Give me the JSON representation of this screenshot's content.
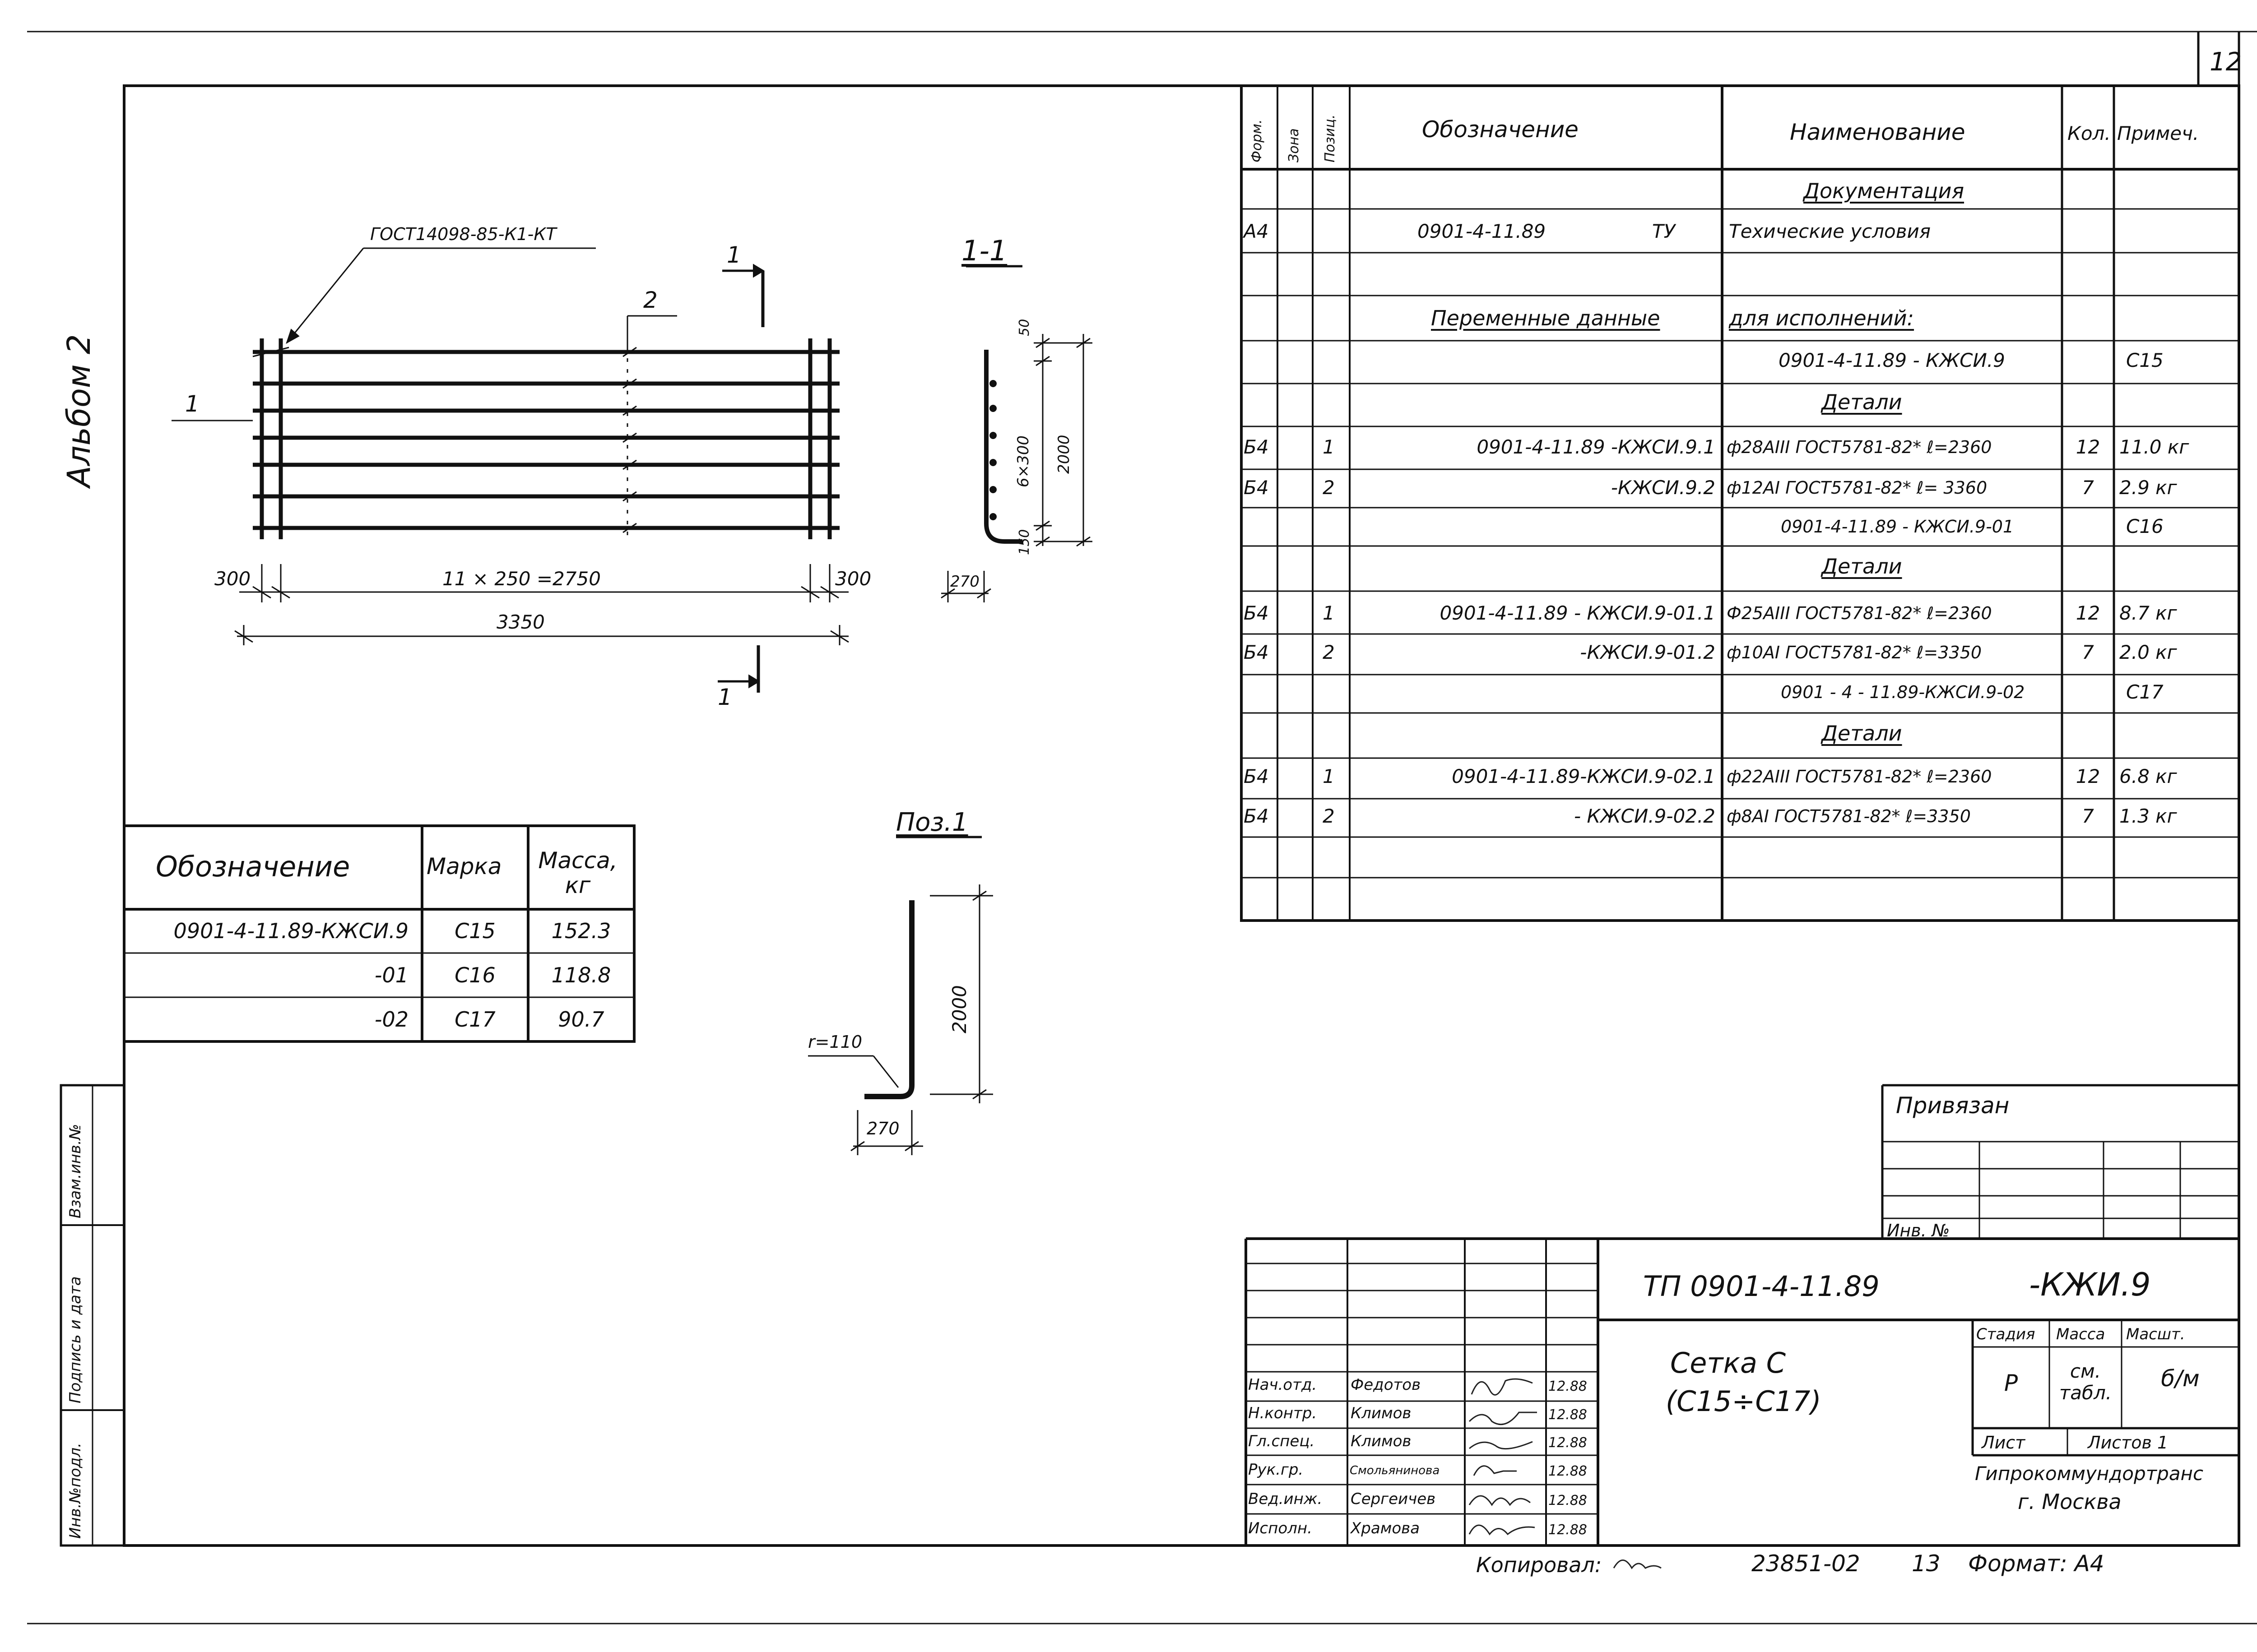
{
  "sheet": {
    "sheet_number": "12",
    "album": "Альбом 2",
    "side_stamp": [
      "Взам.инв.№",
      "Подпись и дата",
      "Инв.№подл."
    ]
  },
  "drawing": {
    "gost_leader": "ГОСТ14098-85-К1-КТ",
    "section_mark": "1",
    "callout_2": "2",
    "dim_spacing": "11 × 250 =2750",
    "dim_left": "300",
    "dim_right": "300",
    "dim_total": "3350",
    "section_title": "1-1",
    "section_dims": {
      "top": "50",
      "mid": "6×300",
      "bottom": "150",
      "height": "2000",
      "width": "270"
    },
    "pos_title": "Поз.1",
    "pos_dims": {
      "height": "2000",
      "radius": "r=110",
      "width": "270"
    }
  },
  "mass_table": {
    "headers": [
      "Обозначение",
      "Марка",
      "Масса, кг"
    ],
    "rows": [
      [
        "0901-4-11.89-КЖСИ.9",
        "С15",
        "152.3"
      ],
      [
        "-01",
        "С16",
        "118.8"
      ],
      [
        "-02",
        "С17",
        "90.7"
      ]
    ]
  },
  "spec": {
    "headers": {
      "format": "Форм.",
      "zone": "Зона",
      "pos": "Позиц.",
      "designation": "Обозначение",
      "name": "Наименование",
      "qty": "Кол.",
      "note": "Примеч."
    },
    "rows": [
      {
        "fmt": "",
        "pos": "",
        "des": "",
        "name": "Документация",
        "qty": "",
        "note": "",
        "underline": true
      },
      {
        "fmt": "А4",
        "pos": "",
        "des": "0901-4-11.89",
        "des2": "ТУ",
        "name": "Техические условия",
        "qty": "",
        "note": ""
      },
      {
        "fmt": "",
        "pos": "",
        "des": "",
        "name": "",
        "qty": "",
        "note": ""
      },
      {
        "fmt": "",
        "pos": "",
        "des": "Переменные данные",
        "name": "для исполнений:",
        "qty": "",
        "note": "",
        "underline": true
      },
      {
        "fmt": "",
        "pos": "",
        "des": "",
        "name": "0901-4-11.89 - КЖСИ.9",
        "qty": "",
        "note": "С15"
      },
      {
        "fmt": "",
        "pos": "",
        "des": "",
        "name": "Детали",
        "qty": "",
        "note": "",
        "underline": true
      },
      {
        "fmt": "Б4",
        "pos": "1",
        "des": "0901-4-11.89 -КЖСИ.9.1",
        "name": "ф28АIII ГОСТ5781-82* ℓ=2360",
        "qty": "12",
        "note": "11.0 кг"
      },
      {
        "fmt": "Б4",
        "pos": "2",
        "des": "-КЖСИ.9.2",
        "name": "ф12АI ГОСТ5781-82* ℓ= 3360",
        "qty": "7",
        "note": "2.9 кг"
      },
      {
        "fmt": "",
        "pos": "",
        "des": "",
        "name": "0901-4-11.89 - КЖСИ.9-01",
        "qty": "",
        "note": "С16"
      },
      {
        "fmt": "",
        "pos": "",
        "des": "",
        "name": "Детали",
        "qty": "",
        "note": "",
        "underline": true
      },
      {
        "fmt": "Б4",
        "pos": "1",
        "des": "0901-4-11.89 - КЖСИ.9-01.1",
        "name": "Ф25АIII ГОСТ5781-82* ℓ=2360",
        "qty": "12",
        "note": "8.7 кг"
      },
      {
        "fmt": "Б4",
        "pos": "2",
        "des": "-КЖСИ.9-01.2",
        "name": "ф10АI ГОСТ5781-82* ℓ=3350",
        "qty": "7",
        "note": "2.0 кг"
      },
      {
        "fmt": "",
        "pos": "",
        "des": "",
        "name": "0901 - 4 - 11.89-КЖСИ.9-02",
        "qty": "",
        "note": "С17"
      },
      {
        "fmt": "",
        "pos": "",
        "des": "",
        "name": "Детали",
        "qty": "",
        "note": "",
        "underline": true
      },
      {
        "fmt": "Б4",
        "pos": "1",
        "des": "0901-4-11.89-КЖСИ.9-02.1",
        "name": "ф22АIII ГОСТ5781-82* ℓ=2360",
        "qty": "12",
        "note": "6.8 кг"
      },
      {
        "fmt": "Б4",
        "pos": "2",
        "des": "- КЖСИ.9-02.2",
        "name": "ф8АI ГОСТ5781-82* ℓ=3350",
        "qty": "7",
        "note": "1.3 кг"
      },
      {
        "fmt": "",
        "pos": "",
        "des": "",
        "name": "",
        "qty": "",
        "note": ""
      },
      {
        "fmt": "",
        "pos": "",
        "des": "",
        "name": "",
        "qty": "",
        "note": ""
      }
    ]
  },
  "binding": {
    "title": "Привязан",
    "inv": "Инв. №"
  },
  "title_block": {
    "code": "ТП 0901-4-11.89",
    "doc": "-КЖИ.9",
    "name_line1": "Сетка С",
    "name_line2": "(С15÷С17)",
    "stage_hdr": "Стадия",
    "mass_hdr": "Масса",
    "scale_hdr": "Масшт.",
    "stage": "Р",
    "mass": "см. табл.",
    "scale": "б/м",
    "sheet_hdr": "Лист",
    "sheets_hdr": "Листов 1",
    "org_line1": "Гипрокоммундортранс",
    "org_line2": "г. Москва",
    "people": [
      {
        "role": "Нач.отд.",
        "name": "Федотов",
        "date": "12.88"
      },
      {
        "role": "Н.контр.",
        "name": "Климов",
        "date": "12.88"
      },
      {
        "role": "Гл.спец.",
        "name": "Климов",
        "date": "12.88"
      },
      {
        "role": "Рук.гр.",
        "name": "Смольянинова",
        "date": "12.88"
      },
      {
        "role": "Вед.инж.",
        "name": "Сергеичев",
        "date": "12.88"
      },
      {
        "role": "Исполн.",
        "name": "Храмова",
        "date": "12.88"
      }
    ]
  },
  "footer": {
    "copied": "Копировал:",
    "number": "23851-02",
    "page": "13",
    "format": "Формат: А4"
  }
}
